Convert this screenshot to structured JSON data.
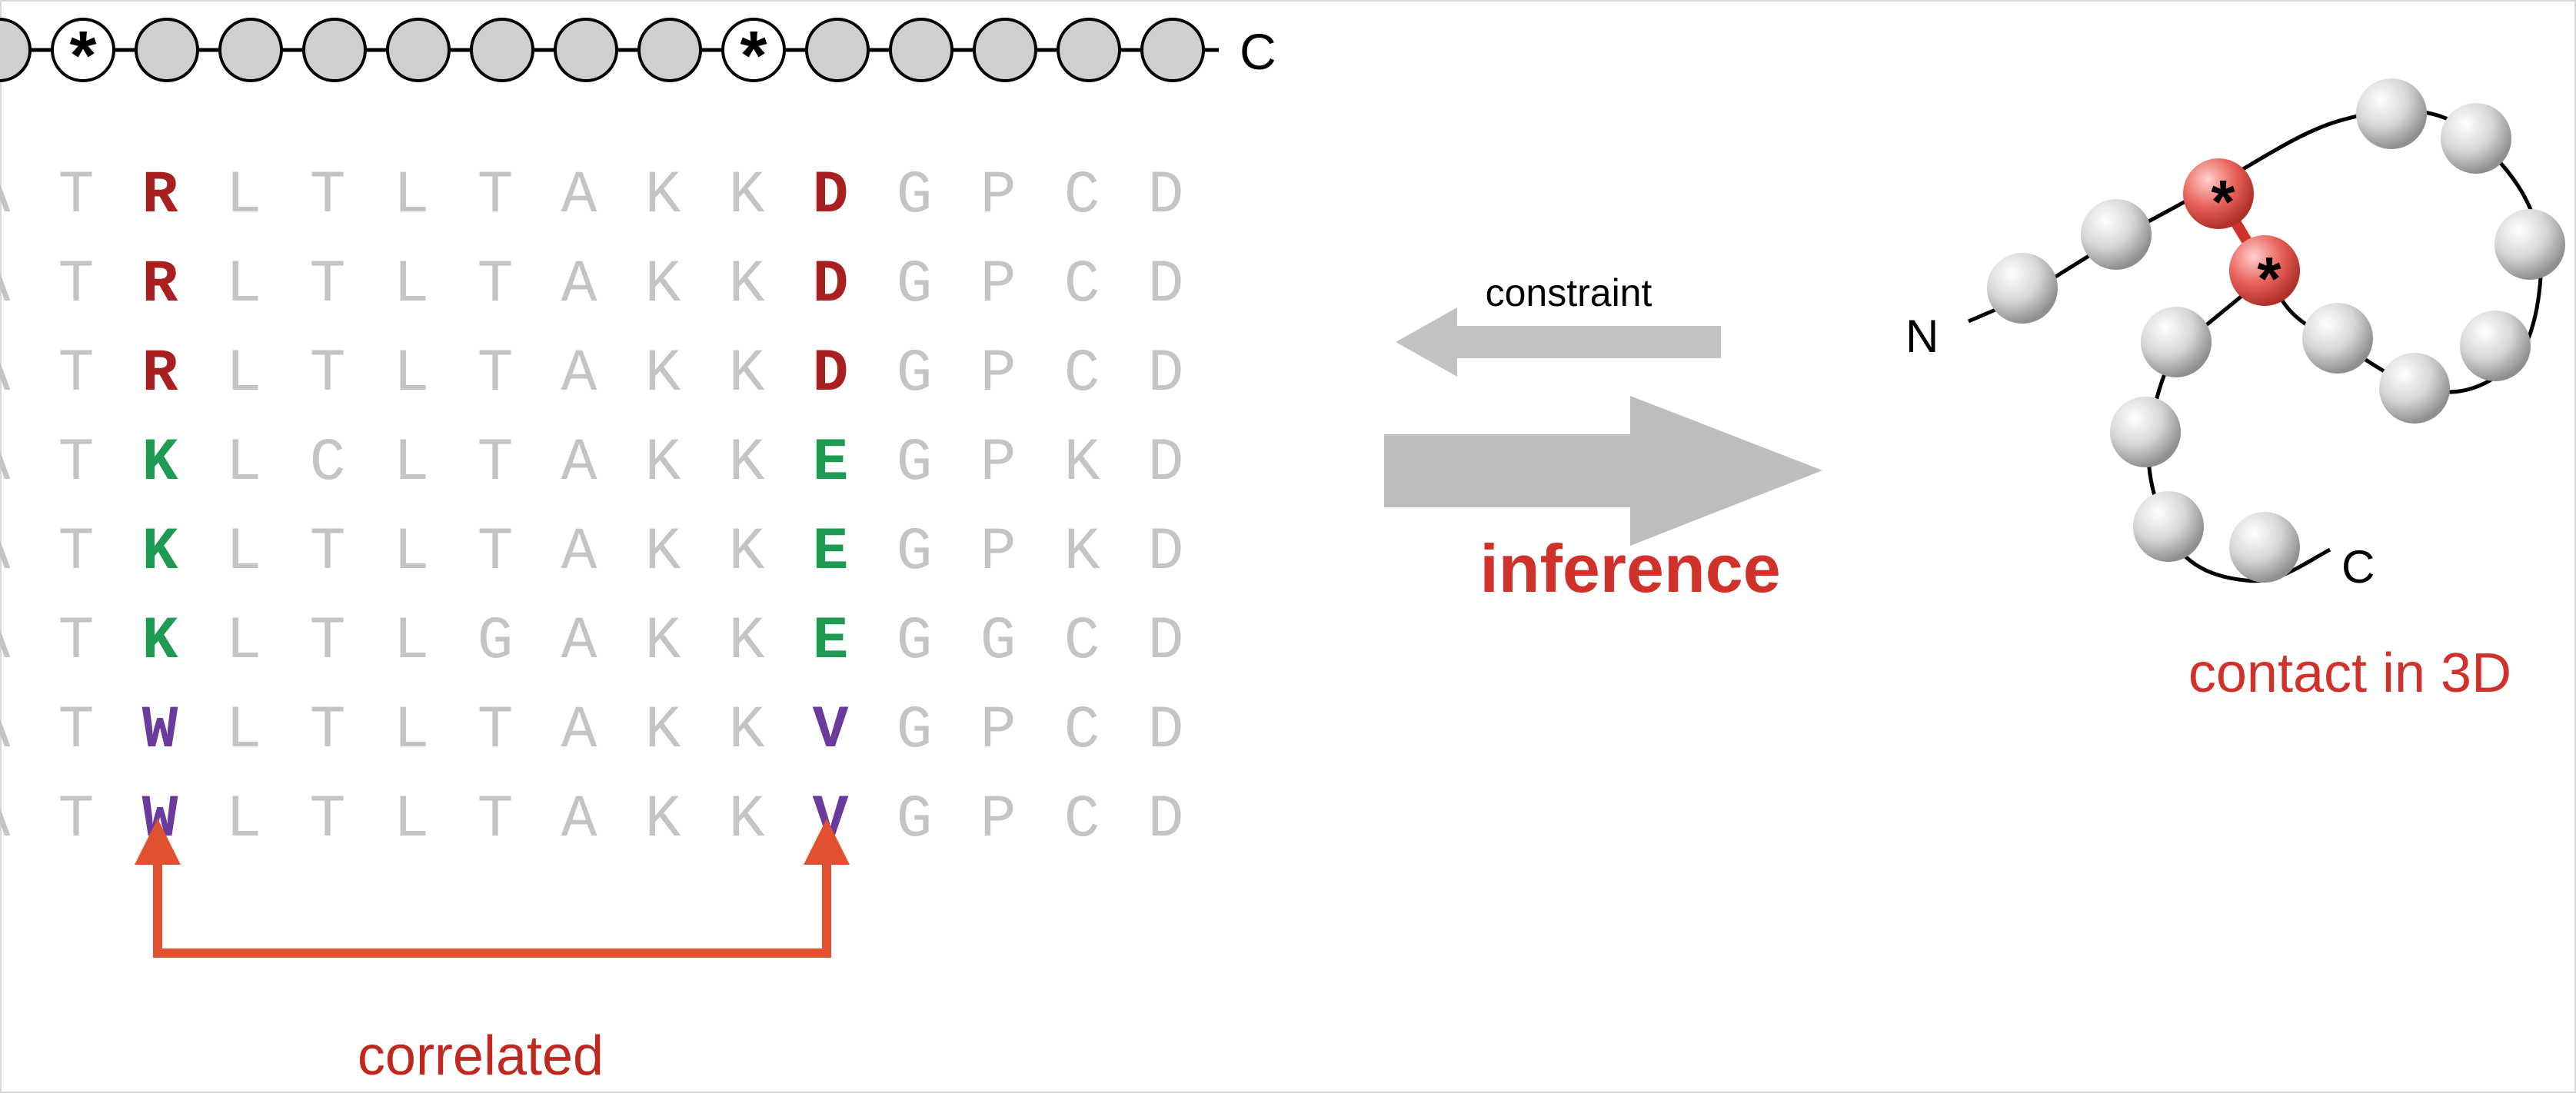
{
  "chain": {
    "end_label": "C",
    "marker": "*",
    "bead_count": 15,
    "marked_beads": [
      1,
      9
    ]
  },
  "alignment": {
    "rows": [
      "ATRLTLTAKKDGPCD",
      "ATRLTLTAKKDGPCD",
      "ATRLTLTAKKDGPCD",
      "ATKLCLTAKKEGPKD",
      "ATKLTLTAKKEGPKD",
      "ATKLTLGAKKEGGCD",
      "ATWLTLTAKKVGPCD",
      "ATWLTLTAKKVGPCD"
    ],
    "highlight_columns": [
      2,
      10
    ],
    "residue_colors": {
      "R": "#a82020",
      "D": "#a82020",
      "K": "#1f9a52",
      "E": "#1f9a52",
      "W": "#6a3a9c",
      "V": "#6a3a9c"
    },
    "default_color": "#c4c4c4",
    "correlation_label": "correlated"
  },
  "arrows": {
    "constraint_label": "constraint",
    "inference_label": "inference"
  },
  "structure": {
    "n_label": "N",
    "c_label": "C",
    "marker": "*",
    "caption": "contact in 3D"
  },
  "colors": {
    "accent_red": "#d0322b",
    "dark_red": "#c0281f",
    "bead_gray": "#cfcfcf",
    "arrow_gray": "#bdbdbd"
  }
}
